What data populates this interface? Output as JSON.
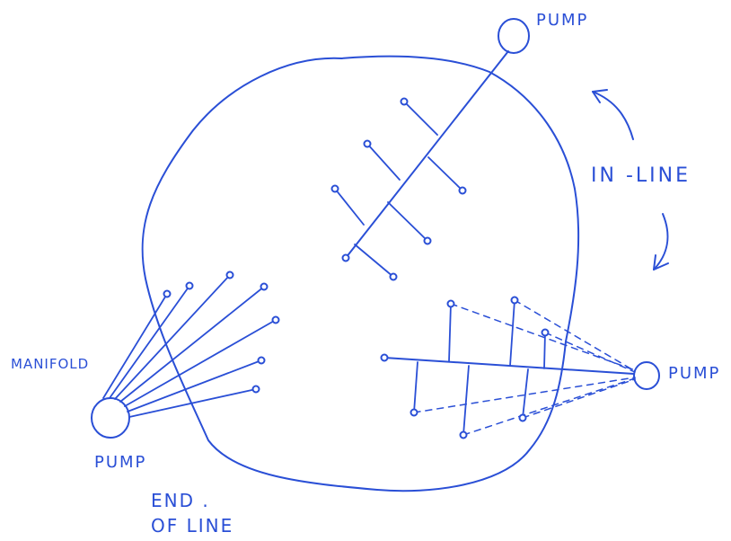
{
  "labels": {
    "pump_top": "PUMP",
    "in_line": "IN -LINE",
    "manifold": "MANIFOLD",
    "pump_left": "PUMP",
    "end_of_line_1": "END .",
    "end_of_line_2": "OF LINE",
    "pump_right": "PUMP"
  },
  "ink_color": "#2a4fd6"
}
